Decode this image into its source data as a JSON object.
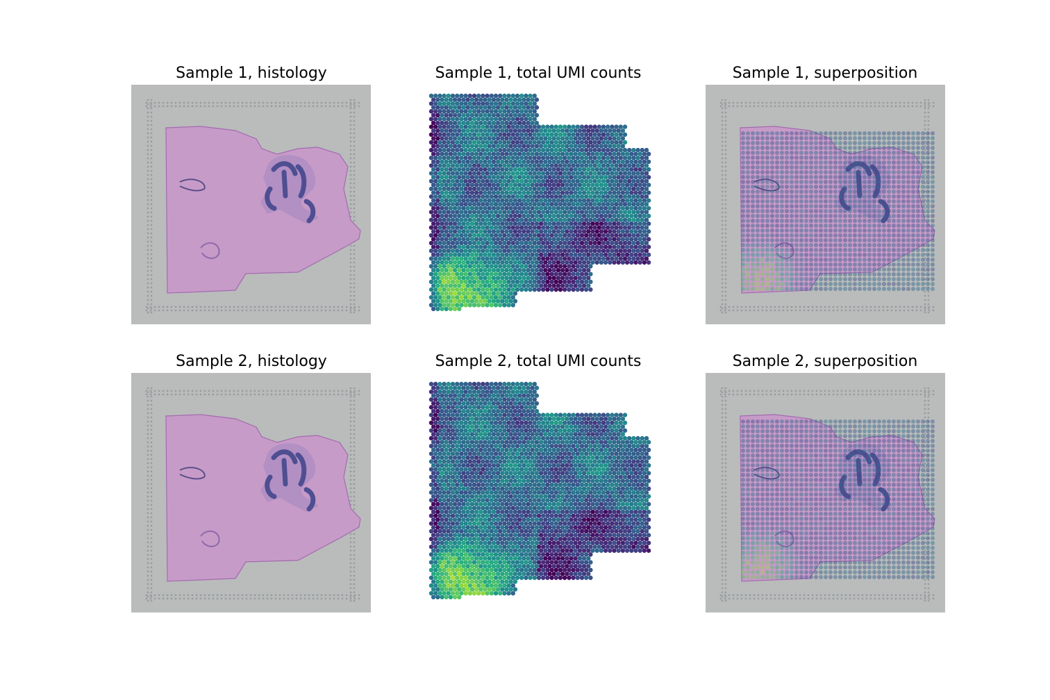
{
  "figure": {
    "panels": [
      {
        "id": "s1-hist",
        "title": "Sample 1, histology",
        "kind": "histology",
        "sample": 1
      },
      {
        "id": "s1-umi",
        "title": "Sample 1, total UMI counts",
        "kind": "umi",
        "sample": 1
      },
      {
        "id": "s1-sup",
        "title": "Sample 1, superposition",
        "kind": "superposition",
        "sample": 1
      },
      {
        "id": "s2-hist",
        "title": "Sample 2, histology",
        "kind": "histology",
        "sample": 2
      },
      {
        "id": "s2-umi",
        "title": "Sample 2, total UMI counts",
        "kind": "umi",
        "sample": 2
      },
      {
        "id": "s2-sup",
        "title": "Sample 2, superposition",
        "kind": "superposition",
        "sample": 2
      }
    ],
    "colors": {
      "slide_background": "#b9bcbb",
      "tissue_stain": "#c79bc8",
      "cerebellum_stain": "#4f4e92",
      "viridis_low": "#440154",
      "viridis_mid": "#21908d",
      "viridis_high": "#fde725"
    }
  }
}
